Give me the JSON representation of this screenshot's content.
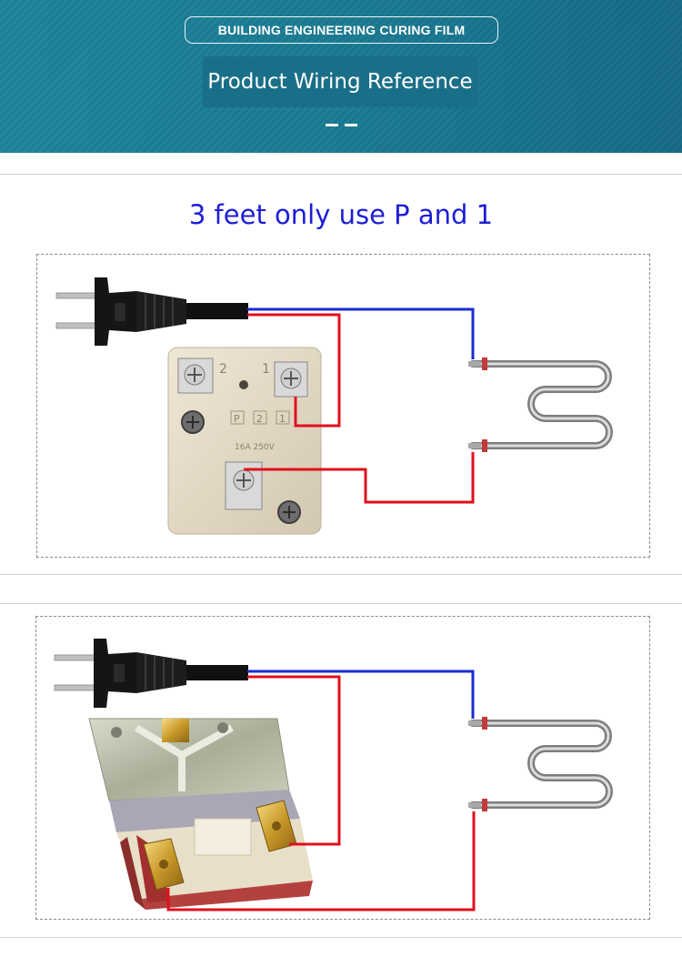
{
  "header": {
    "pill_text": "BUILDING ENGINEERING CURING FILM",
    "title": "Product Wiring Reference"
  },
  "section1": {
    "heading": "3 feet only use P and 1",
    "terminal_labels": [
      "2",
      "1"
    ],
    "marks": [
      "P",
      "2",
      "1"
    ],
    "rating": "16A 250V"
  },
  "colors": {
    "banner": "#1d7f95",
    "heading_text": "#1d1dd6",
    "wire_blue": "#1a2bd6",
    "wire_red": "#e0101c"
  }
}
